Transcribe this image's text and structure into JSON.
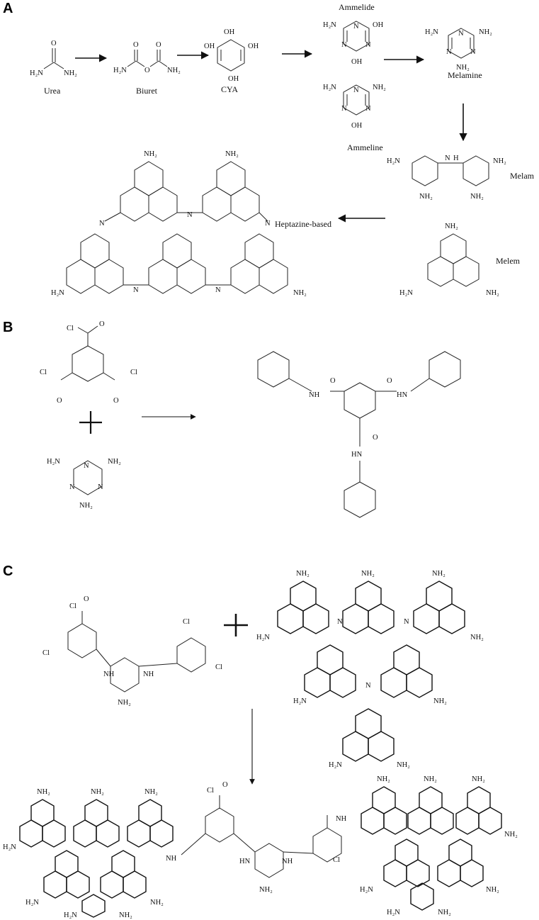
{
  "panels": {
    "a": "A",
    "b": "B",
    "c": "C"
  },
  "panel_a": {
    "urea": "Urea",
    "biuret": "Biuret",
    "cya": "CYA",
    "ammelide": "Ammelide",
    "ammeline": "Ammeline",
    "melamine": "Melamine",
    "melam": "Melam",
    "melem": "Melem",
    "heptazine": "Heptazine-based"
  },
  "atoms": {
    "h2n": "H₂N",
    "nh2": "NH₂",
    "n": "N",
    "nh": "NH",
    "hn": "HN",
    "h": "H",
    "o": "O",
    "oh": "OH",
    "cl": "Cl"
  }
}
